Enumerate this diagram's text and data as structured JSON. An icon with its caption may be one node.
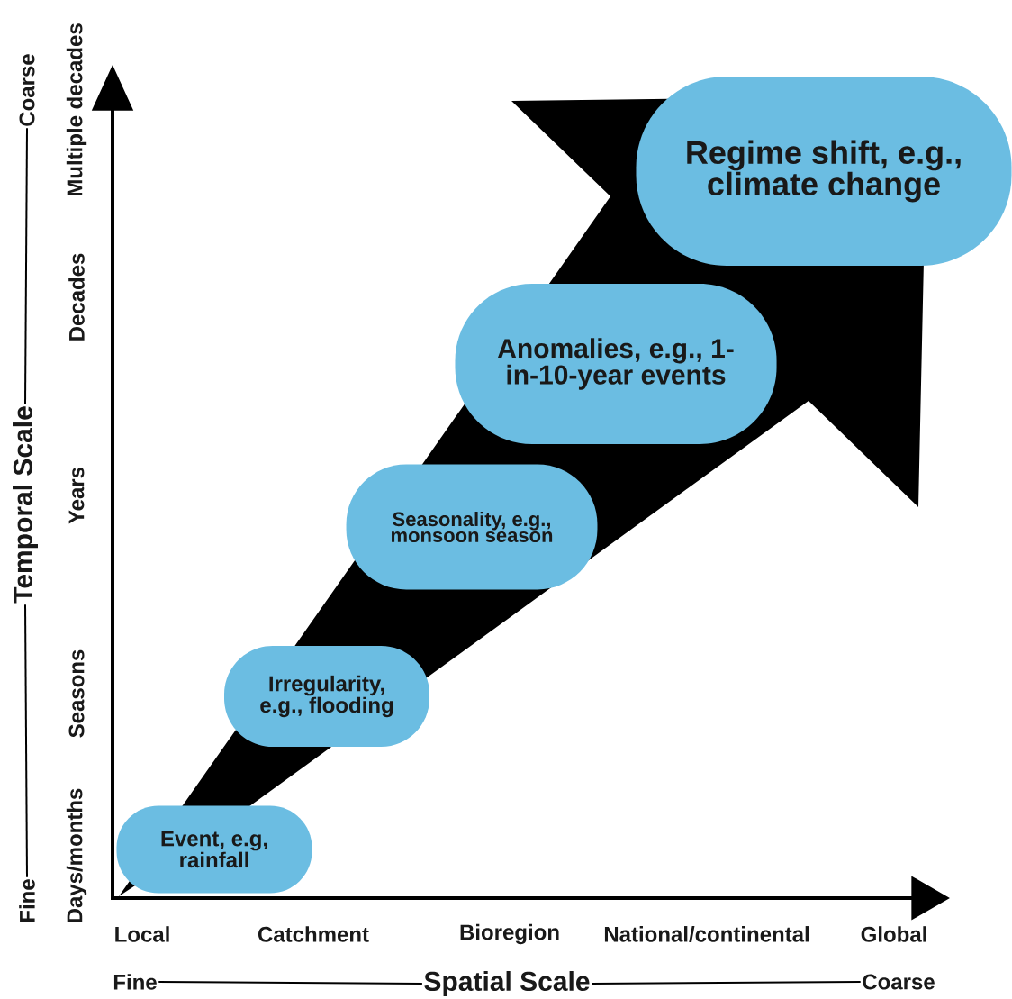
{
  "diagram": {
    "nodes": [
      {
        "text": [
          "Event, e.g, rainfall"
        ]
      },
      {
        "text": [
          "Irregularity, e.g., flooding"
        ]
      },
      {
        "text": [
          "Seasonality, e.g., monsoon season"
        ]
      },
      {
        "text": [
          "Anomalies, e.g., 1-in-10-year events"
        ]
      },
      {
        "text": [
          "Regime shift, e.g., climate change"
        ]
      }
    ],
    "labels": [
      "Coarse",
      "Multiple decades",
      "Decades",
      "Temporal Scale",
      "Years",
      "Seasons",
      "Fine",
      "Days/months",
      "Local",
      "Catchment",
      "Bioregion",
      "National/continental",
      "Global",
      "Fine",
      "Spatial Scale",
      "Coarse"
    ]
  }
}
